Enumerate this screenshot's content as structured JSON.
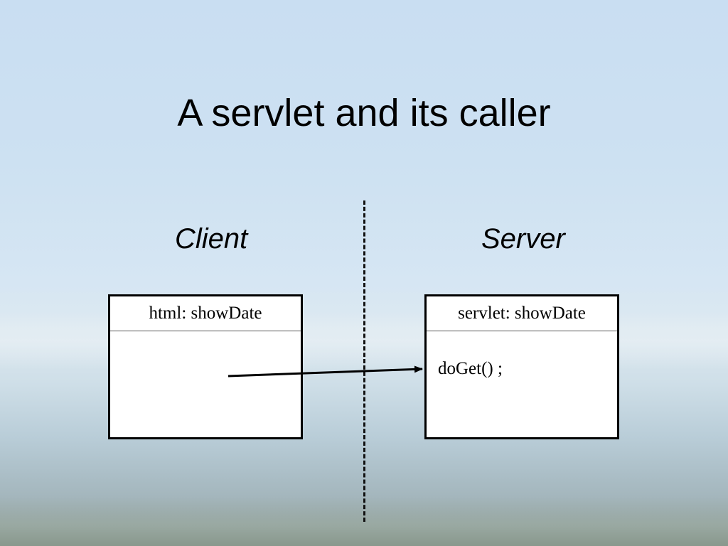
{
  "slide": {
    "title": "A servlet and its caller"
  },
  "labels": {
    "client": "Client",
    "server": "Server"
  },
  "client_box": {
    "header": "html: showDate"
  },
  "server_box": {
    "header": "servlet: showDate",
    "method": "doGet() ;"
  },
  "colors": {
    "line": "#000000",
    "box_fill": "#ffffff"
  }
}
